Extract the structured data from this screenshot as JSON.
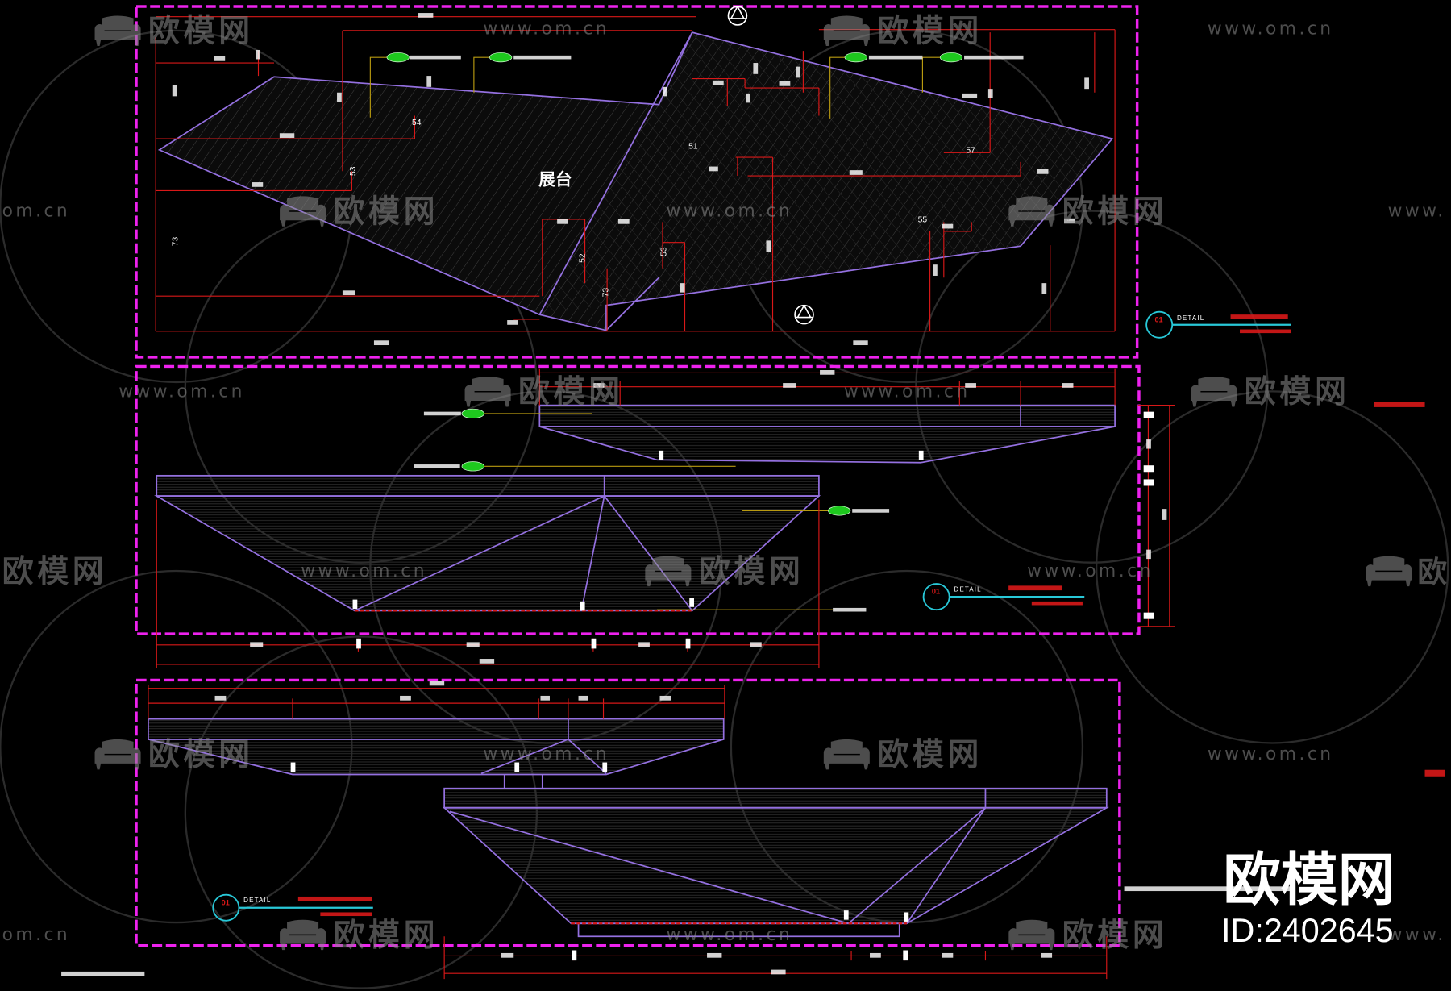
{
  "colors": {
    "background": "#000000",
    "frame": "#ee22ee",
    "outline": "#9470e0",
    "dimension": "#d81818",
    "leader": "#b89a10",
    "tag": "#1ec81e",
    "detail_circle": "#28c8d8",
    "watermark": "#8c8c8c"
  },
  "plan": {
    "label": "展台",
    "dims": [
      "54",
      "53",
      "52",
      "51",
      "53",
      "57",
      "55",
      "73",
      "73"
    ]
  },
  "details": [
    {
      "number": "01",
      "label": "DETAIL"
    },
    {
      "number": "01",
      "label": "DETAIL"
    },
    {
      "number": "01",
      "label": "DETAIL"
    }
  ],
  "watermark": {
    "brand": "欧模网",
    "brand_cut_right": "欧",
    "url": "www.om.cn",
    "url_cut_right": "www.",
    "url_cut_left": "om.cn"
  },
  "badge": {
    "brand": "欧模网",
    "id": "ID:2402645"
  },
  "icons": {
    "watermark_logo": "sofa-icon",
    "section_marker": "section-marker-icon",
    "detail_marker": "detail-circle-icon"
  }
}
